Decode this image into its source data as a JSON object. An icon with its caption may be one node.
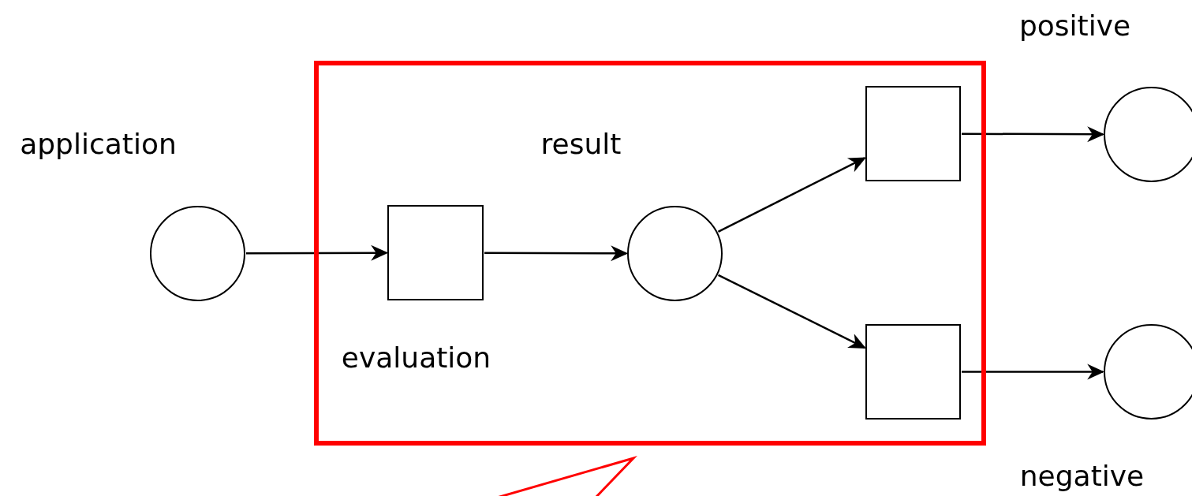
{
  "diagram": {
    "nodes": [
      {
        "text": [],
        "shape": "circle",
        "beside": [
          "application"
        ]
      },
      {
        "text": [],
        "shape": "box"
      },
      {
        "text": [],
        "shape": "box",
        "in": 1,
        "beside": [
          "evaluation"
        ]
      },
      {
        "text": [],
        "shape": "circle",
        "in": 1,
        "beside": [
          "result"
        ]
      },
      {
        "text": [],
        "shape": "box",
        "in": 1
      },
      {
        "text": [],
        "shape": "box",
        "in": 1
      },
      {
        "text": [],
        "shape": "circle",
        "beside": [
          "positive"
        ]
      },
      {
        "text": [],
        "shape": "circle",
        "beside": [
          "negative"
        ]
      }
    ],
    "edges": [
      {
        "from": 0,
        "to": 2,
        "arrow": "to"
      },
      {
        "from": 2,
        "to": 3,
        "arrow": "to"
      },
      {
        "from": 3,
        "to": 4,
        "arrow": "to"
      },
      {
        "from": 3,
        "to": 5,
        "arrow": "to"
      },
      {
        "from": 4,
        "to": 6,
        "arrow": "to"
      },
      {
        "from": 5,
        "to": 7,
        "arrow": "to"
      }
    ]
  }
}
